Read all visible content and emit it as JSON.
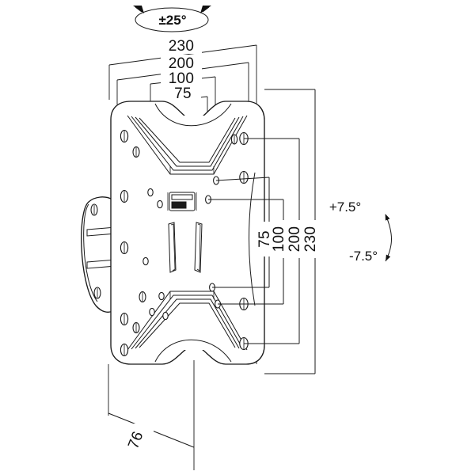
{
  "drawing": {
    "title": "TV Wall Mount Bracket",
    "background_color": "#ffffff",
    "line_color": "#1a1a1a"
  },
  "annotations": {
    "swivel": {
      "label": "±25°",
      "icon": "ellipse-rotation-double-arrow"
    },
    "tilt_up": {
      "label": "+7.5°"
    },
    "tilt_down": {
      "label": "-7.5°"
    },
    "tilt_icon": "curved-double-arrow"
  },
  "dimensions": {
    "horizontal": [
      {
        "value": "230",
        "name": "width-outer"
      },
      {
        "value": "200",
        "name": "vesa-width-200"
      },
      {
        "value": "100",
        "name": "vesa-width-100"
      },
      {
        "value": "75",
        "name": "vesa-width-75"
      }
    ],
    "vertical": [
      {
        "value": "75",
        "name": "vesa-height-75"
      },
      {
        "value": "100",
        "name": "vesa-height-100"
      },
      {
        "value": "200",
        "name": "vesa-height-200"
      },
      {
        "value": "230",
        "name": "height-outer"
      }
    ],
    "depth": [
      {
        "value": "76",
        "name": "depth-76"
      }
    ]
  }
}
